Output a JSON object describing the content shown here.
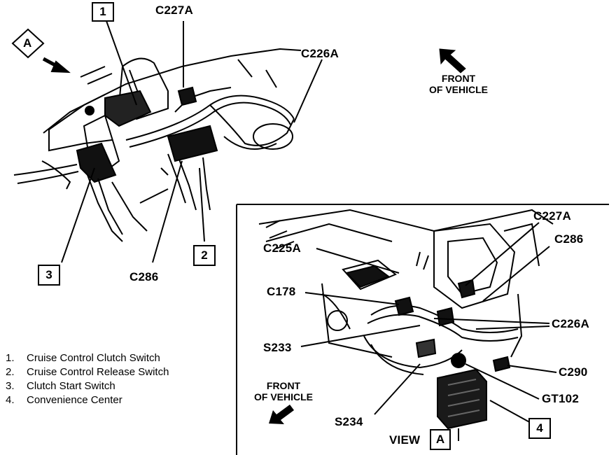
{
  "callouts": {
    "c1": "1",
    "c2": "2",
    "c3": "3",
    "c4": "4",
    "viewA": "A"
  },
  "labels": {
    "c227a_top": "C227A",
    "c226a_top": "C226A",
    "c286_left": "C286",
    "c227a_inset": "C227A",
    "c286_inset": "C286",
    "c225a": "C225A",
    "c178": "C178",
    "c226a_inset": "C226A",
    "s233": "S233",
    "c290": "C290",
    "gt102": "GT102",
    "s234": "S234",
    "view": "VIEW"
  },
  "front_of_vehicle_top": {
    "line1": "FRONT",
    "line2": "OF VEHICLE"
  },
  "front_of_vehicle_inset": {
    "line1": "FRONT",
    "line2": "OF VEHICLE"
  },
  "legend": [
    {
      "num": "1.",
      "text": "Cruise Control Clutch Switch"
    },
    {
      "num": "2.",
      "text": "Cruise Control Release Switch"
    },
    {
      "num": "3.",
      "text": "Clutch Start Switch"
    },
    {
      "num": "4.",
      "text": "Convenience Center"
    }
  ]
}
